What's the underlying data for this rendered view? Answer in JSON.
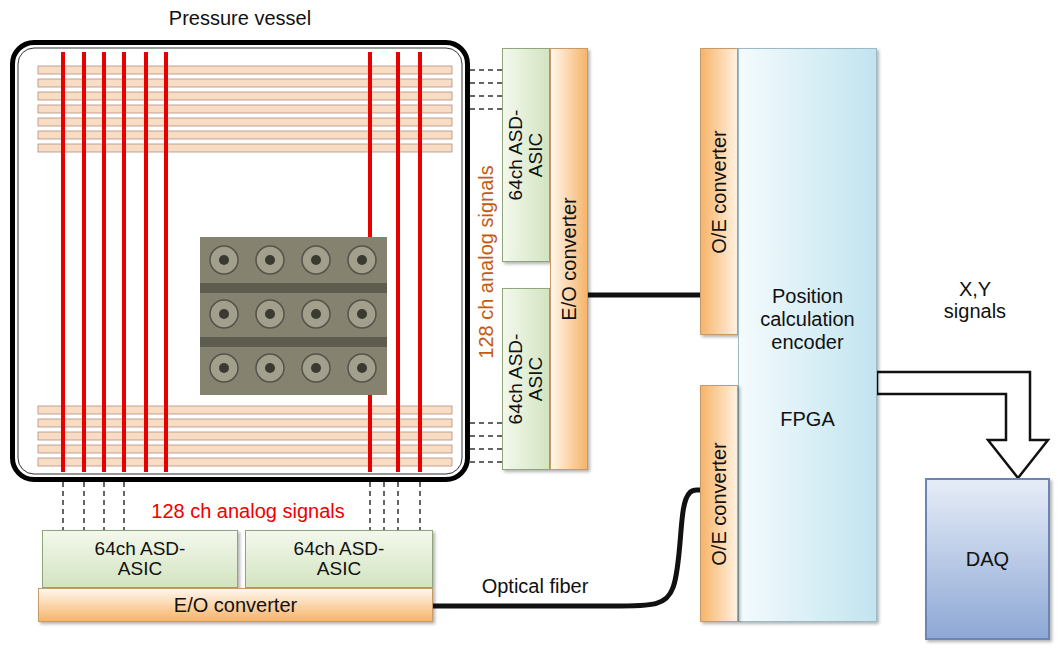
{
  "diagram": {
    "nodes": [
      {
        "text": [
          "Pressure vessel"
        ]
      },
      {
        "text": [
          "64ch ASD-ASIC"
        ]
      },
      {
        "text": [
          "64ch ASD-ASIC"
        ]
      },
      {
        "text": [
          "E/O converter"
        ]
      },
      {
        "text": [
          "O/E converter"
        ]
      },
      {
        "text": [
          "Position calculation encoder",
          "FPGA"
        ]
      },
      {
        "text": [
          "O/E converter"
        ]
      },
      {
        "text": [
          "64ch ASD-ASIC"
        ]
      },
      {
        "text": [
          "64ch ASD-ASIC"
        ]
      },
      {
        "text": [
          "E/O converter"
        ]
      },
      {
        "text": [
          "DAQ"
        ]
      }
    ],
    "edges": [
      {
        "from": 0,
        "to": 1,
        "arrow": "none"
      },
      {
        "from": 0,
        "to": 2,
        "arrow": "none"
      },
      {
        "from": 0,
        "to": 7,
        "arrow": "none"
      },
      {
        "from": 0,
        "to": 8,
        "arrow": "none"
      },
      {
        "from": 3,
        "to": 4,
        "arrow": "none"
      },
      {
        "from": 9,
        "to": 6,
        "label": "Optical fiber",
        "arrow": "none"
      },
      {
        "from": 5,
        "to": 10,
        "label": "X,Y signals",
        "arrow": "to"
      }
    ],
    "labels": [
      "128 ch analog signals",
      "128 ch analog signals"
    ]
  }
}
